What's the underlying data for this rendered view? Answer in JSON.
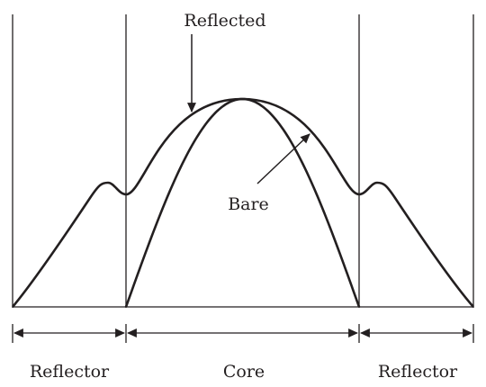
{
  "labels": {
    "reflected": "Reflected",
    "bare": "Bare",
    "region_left": "Reflector",
    "region_center": "Core",
    "region_right": "Reflector"
  },
  "colors": {
    "ink": "#231f20",
    "background": "#ffffff"
  }
}
